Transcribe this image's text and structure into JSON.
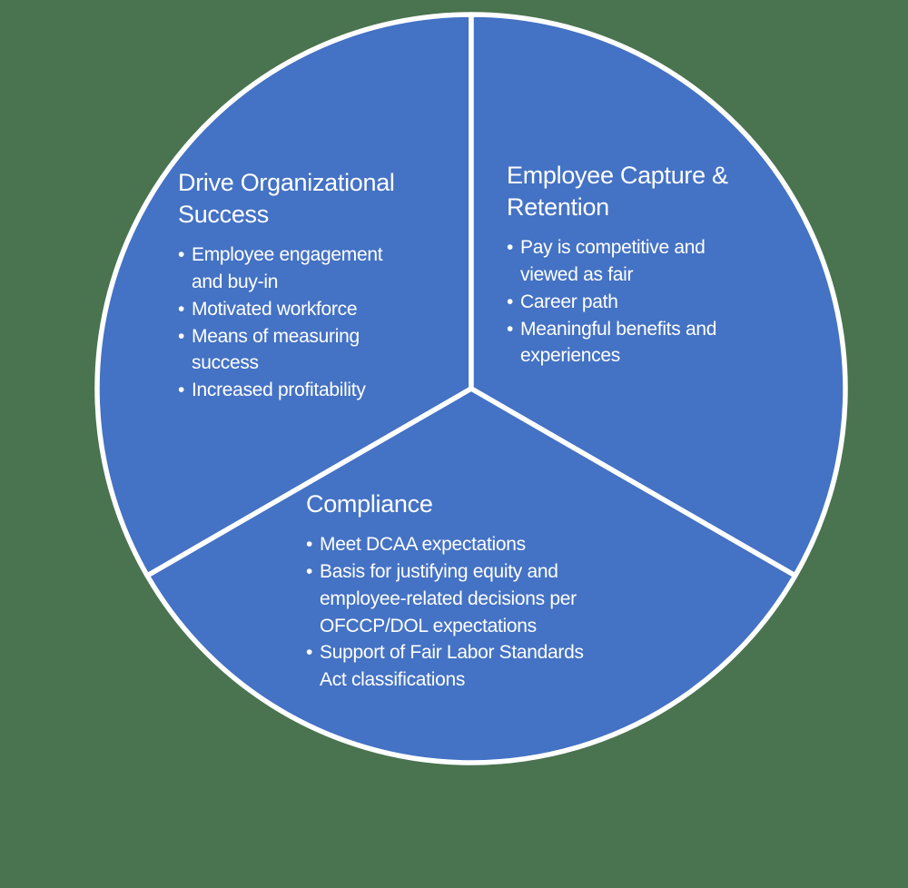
{
  "colors": {
    "background": "#4a7350",
    "slice_fill": "#4472c4",
    "divider": "#ffffff",
    "text": "#ffffff"
  },
  "bullet_char": "•",
  "diagram": {
    "type": "segmented-pie",
    "segment_count": 3
  },
  "sections": [
    {
      "title": "Drive Organizational Success",
      "bullets": [
        "Employee engagement and buy-in",
        "Motivated workforce",
        "Means of measuring success",
        "Increased profitability"
      ]
    },
    {
      "title": "Employee Capture & Retention",
      "bullets": [
        "Pay is competitive and viewed as fair",
        "Career path",
        "Meaningful benefits and experiences"
      ]
    },
    {
      "title": "Compliance",
      "bullets": [
        "Meet DCAA expectations",
        "Basis for justifying equity and employee-related decisions per OFCCP/DOL expectations",
        "Support of Fair Labor Standards Act classifications"
      ]
    }
  ]
}
